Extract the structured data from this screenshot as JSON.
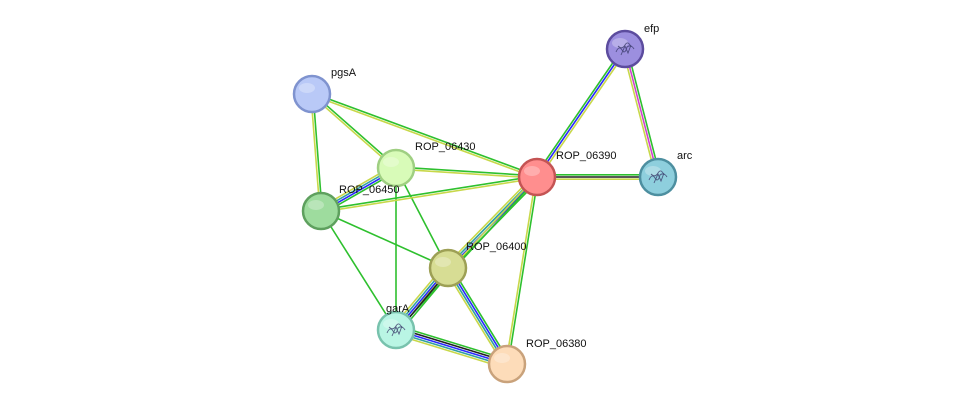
{
  "network": {
    "nodes": [
      {
        "id": "efp",
        "label": "efp",
        "fill": "#9c8fdf",
        "stroke": "#5c4c9e",
        "structure_icon": true
      },
      {
        "id": "pgsA",
        "label": "pgsA",
        "fill": "#b9c9f7",
        "stroke": "#7f93cf",
        "structure_icon": false
      },
      {
        "id": "ROP_06430",
        "label": "ROP_06430",
        "fill": "#d8fbb8",
        "stroke": "#9fcf82",
        "structure_icon": false
      },
      {
        "id": "ROP_06390",
        "label": "ROP_06390",
        "fill": "#ff8e8e",
        "stroke": "#c45454",
        "structure_icon": false
      },
      {
        "id": "arc",
        "label": "arc",
        "fill": "#8ecfdd",
        "stroke": "#4d8fa0",
        "structure_icon": true
      },
      {
        "id": "ROP_06450",
        "label": "ROP_06450",
        "fill": "#9edc9e",
        "stroke": "#5ea05e",
        "structure_icon": false
      },
      {
        "id": "ROP_06400",
        "label": "ROP_06400",
        "fill": "#d7dd94",
        "stroke": "#9da055",
        "structure_icon": false
      },
      {
        "id": "garA",
        "label": "garA",
        "fill": "#b9f5e4",
        "stroke": "#78c2ad",
        "structure_icon": true
      },
      {
        "id": "ROP_06380",
        "label": "ROP_06380",
        "fill": "#fddcb9",
        "stroke": "#c9a27b",
        "structure_icon": false
      }
    ],
    "edge_colors": {
      "neighborhood": "#2ec02e",
      "textmining": "#c8d84a",
      "coexpression": "#222222",
      "cooccurrence": "#2a2aff",
      "experiments": "#d040d0",
      "fusion": "#30a0a0"
    },
    "edges": [
      {
        "source": "pgsA",
        "target": "ROP_06450",
        "evidence": [
          "neighborhood",
          "textmining"
        ]
      },
      {
        "source": "pgsA",
        "target": "ROP_06430",
        "evidence": [
          "neighborhood",
          "textmining"
        ]
      },
      {
        "source": "pgsA",
        "target": "ROP_06390",
        "evidence": [
          "neighborhood",
          "textmining"
        ]
      },
      {
        "source": "ROP_06430",
        "target": "ROP_06450",
        "evidence": [
          "neighborhood",
          "cooccurrence",
          "fusion",
          "textmining"
        ]
      },
      {
        "source": "ROP_06430",
        "target": "ROP_06390",
        "evidence": [
          "neighborhood",
          "textmining"
        ]
      },
      {
        "source": "ROP_06430",
        "target": "ROP_06400",
        "evidence": [
          "neighborhood"
        ]
      },
      {
        "source": "ROP_06430",
        "target": "garA",
        "evidence": [
          "neighborhood"
        ]
      },
      {
        "source": "ROP_06450",
        "target": "ROP_06390",
        "evidence": [
          "neighborhood",
          "textmining"
        ]
      },
      {
        "source": "ROP_06450",
        "target": "ROP_06400",
        "evidence": [
          "neighborhood"
        ]
      },
      {
        "source": "ROP_06450",
        "target": "garA",
        "evidence": [
          "neighborhood"
        ]
      },
      {
        "source": "ROP_06390",
        "target": "efp",
        "evidence": [
          "neighborhood",
          "cooccurrence",
          "textmining"
        ]
      },
      {
        "source": "ROP_06390",
        "target": "arc",
        "evidence": [
          "neighborhood",
          "coexpression",
          "textmining"
        ]
      },
      {
        "source": "efp",
        "target": "arc",
        "evidence": [
          "neighborhood",
          "experiments",
          "textmining"
        ]
      },
      {
        "source": "ROP_06390",
        "target": "ROP_06400",
        "evidence": [
          "neighborhood",
          "cooccurrence",
          "fusion",
          "textmining"
        ]
      },
      {
        "source": "ROP_06390",
        "target": "ROP_06380",
        "evidence": [
          "neighborhood",
          "textmining"
        ]
      },
      {
        "source": "ROP_06390",
        "target": "garA",
        "evidence": [
          "neighborhood",
          "textmining"
        ]
      },
      {
        "source": "ROP_06400",
        "target": "garA",
        "evidence": [
          "neighborhood",
          "coexpression",
          "cooccurrence",
          "fusion",
          "textmining"
        ]
      },
      {
        "source": "ROP_06400",
        "target": "ROP_06380",
        "evidence": [
          "neighborhood",
          "cooccurrence",
          "fusion",
          "textmining"
        ]
      },
      {
        "source": "garA",
        "target": "ROP_06380",
        "evidence": [
          "neighborhood",
          "coexpression",
          "cooccurrence",
          "fusion",
          "textmining"
        ]
      }
    ]
  }
}
